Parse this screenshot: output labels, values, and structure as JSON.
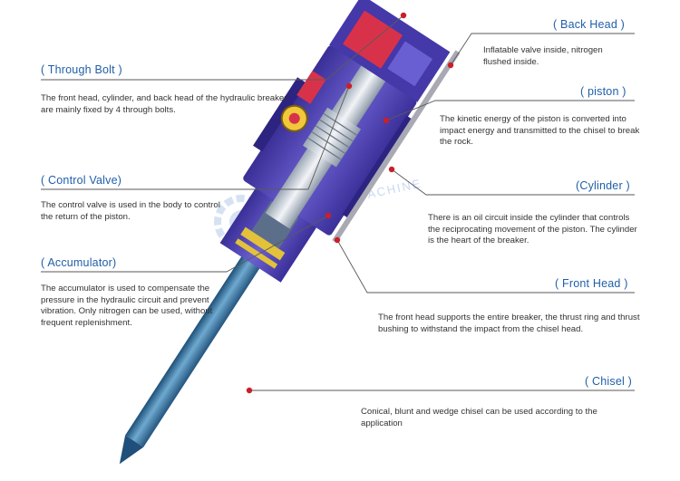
{
  "callouts": {
    "through_bolt": {
      "title": "( Through  Bolt )",
      "text": "The front head, cylinder, and back head of the hydraulic breaker are mainly fixed by 4 through bolts."
    },
    "control_valve": {
      "title": "( Control  Valve)",
      "text": "The control valve is used in the body to control the return of the piston."
    },
    "accumulator": {
      "title": "( Accumulator)",
      "text": "The accumulator is used to compensate the pressure in the hydraulic circuit and prevent vibration. Only nitrogen can be used, without frequent replenishment."
    },
    "back_head": {
      "title": "( Back Head )",
      "text": "Inflatable valve inside, nitrogen flushed inside."
    },
    "piston": {
      "title": "( piston )",
      "text": "The kinetic  energy of the piston is converted into impact energy and transmitted to the chisel to break the rock."
    },
    "cylinder": {
      "title": "(Cylinder )",
      "text": "There is an oil circuit inside the cylinder that controls the reciprocating movement of the piston. The cylinder is the heart of the breaker."
    },
    "front_head": {
      "title": "( Front  Head )",
      "text": "The front head supports the entire breaker, the thrust ring and thrust bushing to withstand the impact from the chisel head."
    },
    "chisel": {
      "title": "( Chisel )",
      "text": "Conical, blunt and wedge chisel can be used according to the application"
    }
  },
  "watermark": {
    "text": "MACHINE"
  },
  "colors": {
    "label": "#1f5fa8",
    "body": "#4a3fb0",
    "accent_red": "#d8324a",
    "chisel": "#2e6f9e",
    "leader_dot": "#c8202a"
  }
}
